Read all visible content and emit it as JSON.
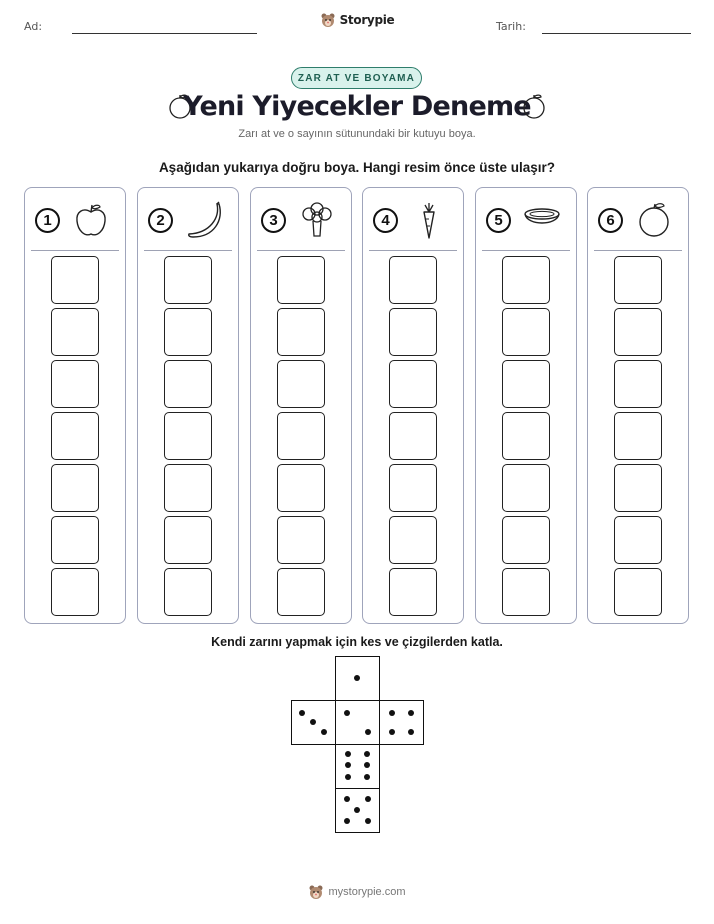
{
  "header": {
    "name_label": "Ad:",
    "date_label": "Tarih:",
    "brand": "Storypie"
  },
  "badge": "ZAR AT VE BOYAMA",
  "title": "Yeni Yiyecekler Deneme",
  "subtitle": "Zarı at ve o sayının sütunundaki bir kutuyu boya.",
  "instruction": "Aşağıdan yukarıya doğru boya. Hangi resim önce üste ulaşır?",
  "columns": [
    {
      "number": "1",
      "icon": "apple-icon"
    },
    {
      "number": "2",
      "icon": "banana-icon"
    },
    {
      "number": "3",
      "icon": "broccoli-icon"
    },
    {
      "number": "4",
      "icon": "carrot-icon"
    },
    {
      "number": "5",
      "icon": "bowl-icon"
    },
    {
      "number": "6",
      "icon": "orange-icon"
    }
  ],
  "boxes_per_column": 7,
  "die_instruction": "Kendi zarını yapmak için kes ve çizgilerden katla.",
  "die_faces": [
    1,
    3,
    2,
    4,
    6,
    5
  ],
  "footer": "mystorypie.com"
}
